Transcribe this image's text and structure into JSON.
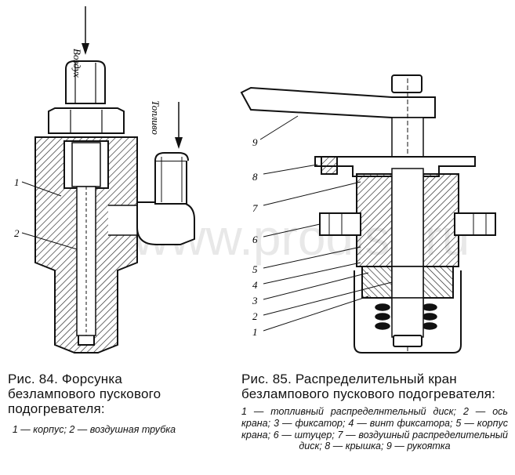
{
  "watermark": "www.prodisy.ru",
  "figure84": {
    "arrow_air": "Воздух",
    "arrow_fuel": "Топливо",
    "callouts": [
      "1",
      "2"
    ],
    "caption_title": "Рис. 84. Форсунка безлампового пускового подогревателя:",
    "legend": "1 — корпус; 2 — воздушная трубка"
  },
  "figure85": {
    "callouts": [
      "9",
      "8",
      "7",
      "6",
      "5",
      "4",
      "3",
      "2",
      "1"
    ],
    "caption_title": "Рис. 85. Распределительный кран безлампового пускового подогревателя:",
    "legend": "1 — топливный распределнтельный диск; 2 — ось крана; 3 — фиксатор; 4 — винт фиксатора; 5 — корпус крана; 6 — штуцер; 7 — воздушный распределительный диск; 8 — крышка; 9 — рукоятка"
  }
}
